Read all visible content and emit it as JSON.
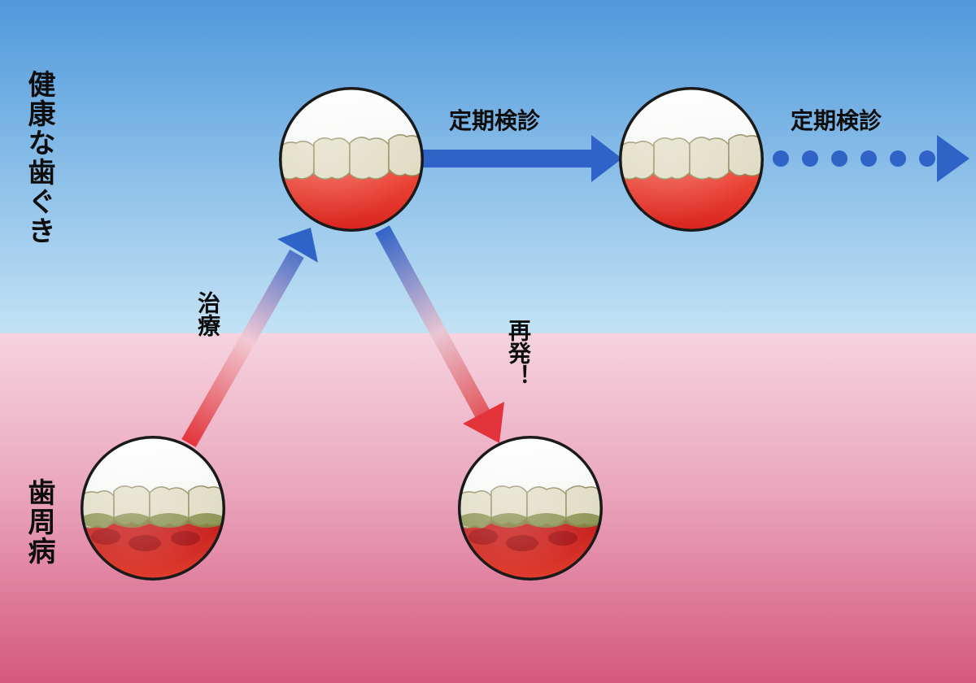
{
  "zones": {
    "healthy_label": "健康な歯ぐき",
    "disease_label": "歯周病"
  },
  "steps": {
    "treatment": "治療",
    "recurrence": "再発！",
    "checkup_1": "定期検診",
    "checkup_2": "定期検診"
  },
  "nodes": [
    {
      "id": "periodontal-disease",
      "state": "diseased"
    },
    {
      "id": "treated-healthy",
      "state": "healthy"
    },
    {
      "id": "maintained-healthy",
      "state": "healthy"
    },
    {
      "id": "relapse",
      "state": "diseased"
    }
  ],
  "colors": {
    "sky_top": "#4f99dc",
    "sky_bottom": "#bfe0f3",
    "pink_top": "#f3c9d8",
    "pink_bottom": "#d65f86",
    "arrow_blue": "#2f63c8",
    "arrow_red": "#e2343a",
    "gum_healthy": "#e8342c",
    "gum_diseased": "#b81217",
    "tooth": "#e0dcc4",
    "tartar": "#7f8a44"
  }
}
